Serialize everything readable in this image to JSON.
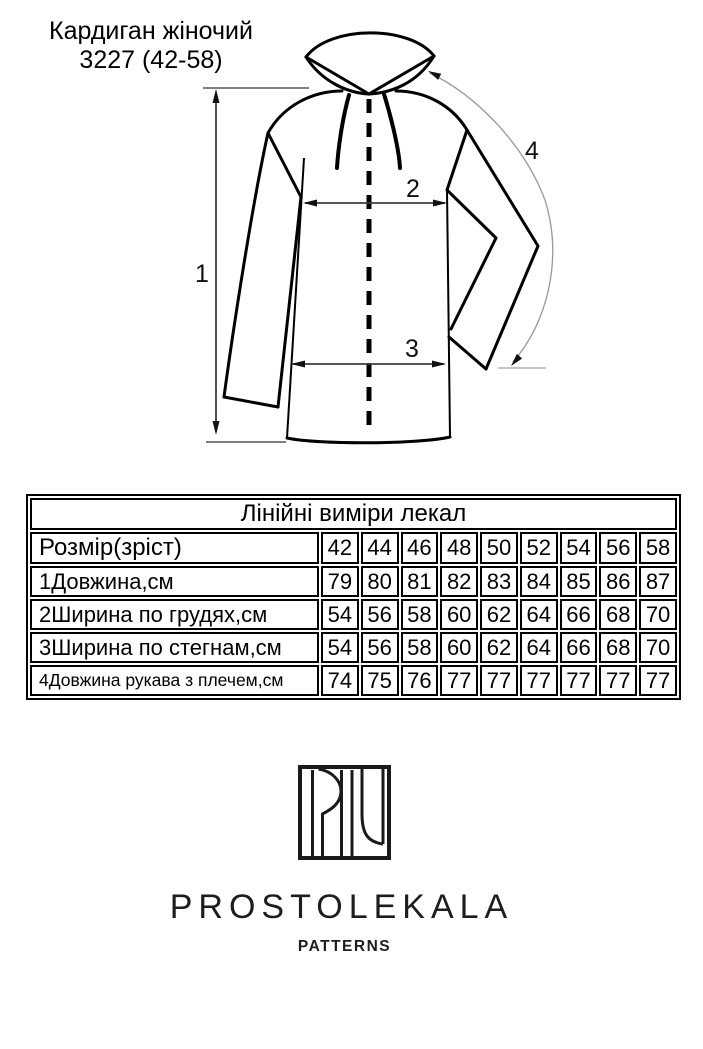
{
  "title": {
    "line1": "Кардиган жіночий",
    "line2": "3227 (42-58)"
  },
  "diagram": {
    "labels": {
      "length": "1",
      "chest": "2",
      "hips": "3",
      "sleeve": "4"
    }
  },
  "table": {
    "title": "Лінійні виміри лекал",
    "size_row_label": "Розмір(зріст)",
    "sizes": [
      "42",
      "44",
      "46",
      "48",
      "50",
      "52",
      "54",
      "56",
      "58"
    ],
    "rows": [
      {
        "label": "1Довжина,см",
        "values": [
          "79",
          "80",
          "81",
          "82",
          "83",
          "84",
          "85",
          "86",
          "87"
        ]
      },
      {
        "label": "2Ширина по грудях,см",
        "values": [
          "54",
          "56",
          "58",
          "60",
          "62",
          "64",
          "66",
          "68",
          "70"
        ]
      },
      {
        "label": "3Ширина по стегнам,см",
        "values": [
          "54",
          "56",
          "58",
          "60",
          "62",
          "64",
          "66",
          "68",
          "70"
        ]
      },
      {
        "label": "4Довжина рукава з плечем,см",
        "values": [
          "74",
          "75",
          "76",
          "77",
          "77",
          "77",
          "77",
          "77",
          "77"
        ]
      }
    ]
  },
  "brand": {
    "name": "PROSTOLEKALA",
    "tagline": "PATTERNS"
  },
  "colors": {
    "ink": "#000000",
    "dimension_line": "#3f3f3f",
    "sleeve_dimension_line": "#999999"
  }
}
